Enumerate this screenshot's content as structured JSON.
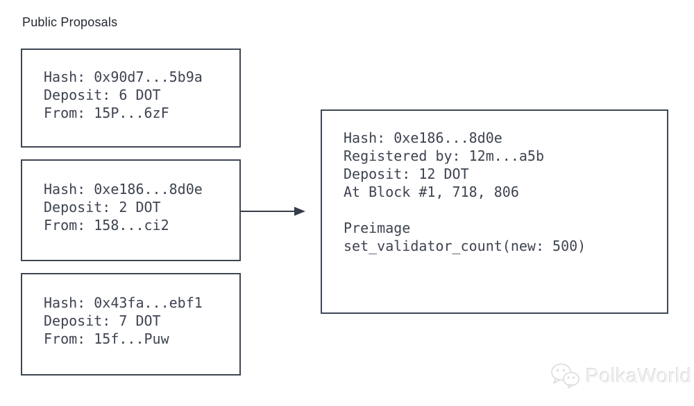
{
  "title": "Public Proposals",
  "proposal_boxes": [
    {
      "lines": [
        "Hash: 0x90d7...5b9a",
        "Deposit: 6 DOT",
        "From: 15P...6zF"
      ]
    },
    {
      "lines": [
        "Hash: 0xe186...8d0e",
        "Deposit: 2 DOT",
        "From: 158...ci2"
      ]
    },
    {
      "lines": [
        "Hash: 0x43fa...ebf1",
        "Deposit: 7 DOT",
        "From: 15f...Puw"
      ]
    }
  ],
  "detail_box": {
    "lines": [
      "Hash: 0xe186...8d0e",
      "Registered by: 12m...a5b",
      "Deposit: 12 DOT",
      "At Block #1, 718, 806",
      "",
      "Preimage",
      "set_validator_count(new: 500)"
    ]
  },
  "watermark": {
    "label": "PolkaWorld",
    "icon": "wechat-icon"
  },
  "colors": {
    "background": "#ffffff",
    "border": "#3f4654",
    "text": "#3d4350",
    "title": "#23272f",
    "arrow": "#363c49",
    "watermark": "#f1f1f1"
  }
}
